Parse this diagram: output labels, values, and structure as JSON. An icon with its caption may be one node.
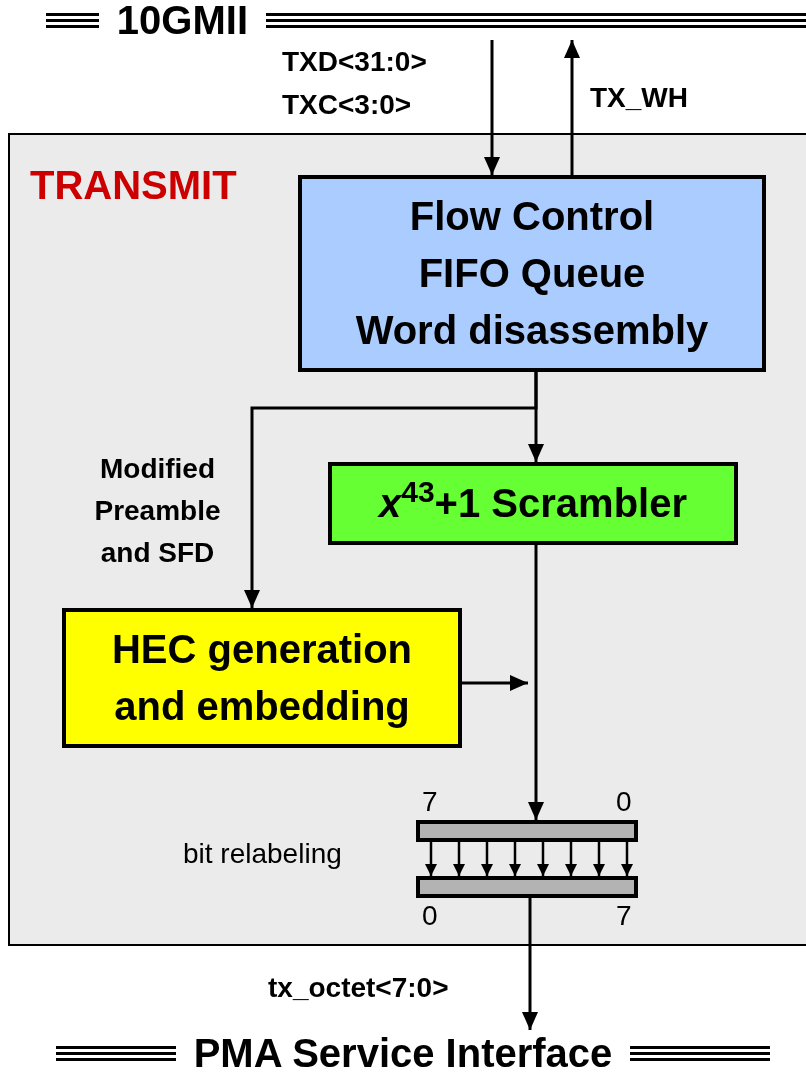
{
  "diagram": {
    "nodes": [
      {
        "text": [
          "10GMII"
        ]
      },
      {
        "text": [
          "TRANSMIT"
        ]
      },
      {
        "text": [
          "Flow Control",
          "FIFO Queue",
          "Word disassembly"
        ],
        "in": 1
      },
      {
        "text": [
          "*x*$^{43}$+1 Scrambler"
        ],
        "in": 1
      },
      {
        "text": [
          "HEC generation and embedding"
        ],
        "in": 1
      },
      {
        "text": [],
        "shape": "bar",
        "in": 1,
        "beside": [
          "7",
          "0"
        ]
      },
      {
        "text": [],
        "shape": "bar",
        "in": 1,
        "beside": [
          "0",
          "7"
        ]
      },
      {
        "text": [
          "PMA Service Interface"
        ]
      }
    ],
    "edges": [
      {
        "from": 0,
        "to": 2,
        "arrow": "to",
        "label": "TXD<31:0> TXC<3:0>"
      },
      {
        "from": 2,
        "to": 0,
        "arrow": "to",
        "label": "TX_WH"
      },
      {
        "from": 2,
        "to": 3,
        "arrow": "to"
      },
      {
        "from": 2,
        "to": 4,
        "arrow": "to",
        "label": "Modified Preamble and SFD"
      },
      {
        "from": 3,
        "to": 5,
        "arrow": "to"
      },
      {
        "from": 4,
        "to": null,
        "arrow": "to"
      },
      {
        "from": 5,
        "to": 6,
        "arrow": "to"
      },
      {
        "from": 5,
        "to": 6,
        "arrow": "to"
      },
      {
        "from": 5,
        "to": 6,
        "arrow": "to"
      },
      {
        "from": 5,
        "to": 6,
        "arrow": "to"
      },
      {
        "from": 5,
        "to": 6,
        "arrow": "to"
      },
      {
        "from": 5,
        "to": 6,
        "arrow": "to"
      },
      {
        "from": 5,
        "to": 6,
        "arrow": "to"
      },
      {
        "from": 5,
        "to": 6,
        "arrow": "to"
      },
      {
        "from": 6,
        "to": 7,
        "arrow": "to",
        "label": "tx_octet<7:0>"
      }
    ],
    "labels": [
      "bit relabeling"
    ]
  }
}
